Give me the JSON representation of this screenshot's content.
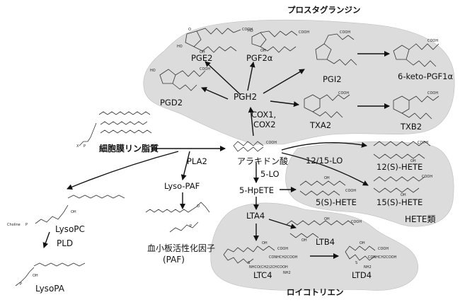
{
  "regions": {
    "prostaglandins": "プロスタグランジン",
    "hete": "HETE類",
    "leukotrienes": "ロイコトリエン"
  },
  "nodes": {
    "pge2": "PGE2",
    "pgf2a": "PGF2α",
    "pgi2": "PGI2",
    "keto_pgf1a": "6-keto-PGF1α",
    "pgd2": "PGD2",
    "pgh2": "PGH2",
    "txa2": "TXA2",
    "txb2": "TXB2",
    "membrane": "細胞膜リン脂質",
    "arachidonic": "アラキドン酸",
    "hete12": "12(S)-HETE",
    "hete5": "5(S)-HETE",
    "hete15": "15(S)-HETE",
    "hpete5": "5-HpETE",
    "lta4": "LTA4",
    "ltb4": "LTB4",
    "ltc4": "LTC4",
    "ltd4": "LTD4",
    "lyso_paf": "Lyso-PAF",
    "paf": "血小板活性化因子",
    "paf_abbr": "(PAF)",
    "lysopc": "LysoPC",
    "lysopa": "LysoPA"
  },
  "enzymes": {
    "cox": "COX1,",
    "cox2": "COX2",
    "pla2": "PLA2",
    "lo1215": "12/15-LO",
    "lo5": "5-LO",
    "pld": "PLD"
  },
  "fragments": {
    "cooh": "COOH",
    "oh": "OH",
    "o": "O",
    "ho": "HO",
    "choline": "Choline",
    "x": "X",
    "p": "P",
    "s": "S",
    "nh2": "NH2",
    "ltc4_sub": "NHCO(CH2)2CHCOOH",
    "conh": "CONHCH2COOH"
  }
}
